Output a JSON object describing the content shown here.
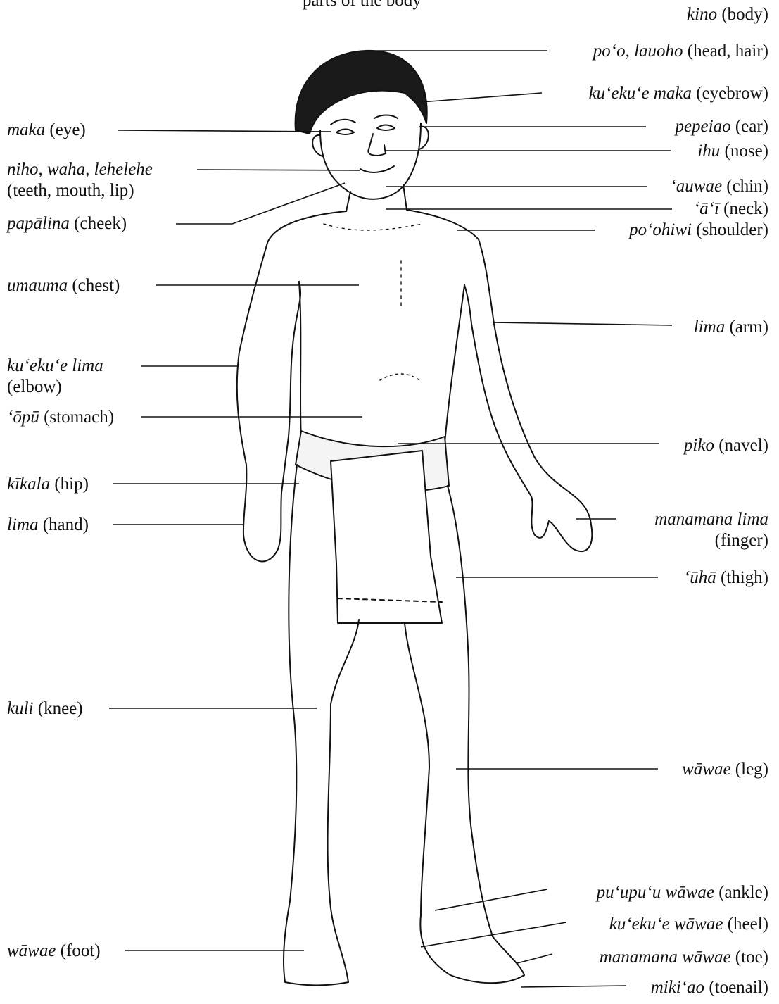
{
  "caption": "parts of the body",
  "labels": {
    "body": {
      "term": "kino",
      "gloss": "(body)"
    },
    "head": {
      "term": "poʻo, lauoho",
      "gloss": "(head, hair)"
    },
    "eyebrow": {
      "term": "kuʻekuʻe maka",
      "gloss": "(eyebrow)"
    },
    "eye": {
      "term": "maka",
      "gloss": "(eye)"
    },
    "ear": {
      "term": "pepeiao",
      "gloss": "(ear)"
    },
    "nose": {
      "term": "ihu",
      "gloss": "(nose)"
    },
    "mouth": {
      "term": "niho, waha, lehelehe",
      "gloss": "(teeth, mouth, lip)"
    },
    "chin": {
      "term": "ʻauwae",
      "gloss": "(chin)"
    },
    "neck": {
      "term": "ʻāʻī",
      "gloss": "(neck)"
    },
    "cheek": {
      "term": "papālina",
      "gloss": "(cheek)"
    },
    "shoulder": {
      "term": "poʻohiwi",
      "gloss": "(shoulder)"
    },
    "chest": {
      "term": "umauma",
      "gloss": "(chest)"
    },
    "arm": {
      "term": "lima",
      "gloss": "(arm)"
    },
    "elbow": {
      "term": "kuʻekuʻe lima",
      "gloss": "(elbow)"
    },
    "stomach": {
      "term": "ʻōpū",
      "gloss": "(stomach)"
    },
    "navel": {
      "term": "piko",
      "gloss": "(navel)"
    },
    "hip": {
      "term": "kīkala",
      "gloss": "(hip)"
    },
    "hand": {
      "term": "lima",
      "gloss": "(hand)"
    },
    "finger": {
      "term": "manamana lima",
      "gloss": "(finger)"
    },
    "thigh": {
      "term": "ʻūhā",
      "gloss": "(thigh)"
    },
    "knee": {
      "term": "kuli",
      "gloss": "(knee)"
    },
    "leg": {
      "term": "wāwae",
      "gloss": "(leg)"
    },
    "ankle": {
      "term": "puʻupuʻu wāwae",
      "gloss": "(ankle)"
    },
    "heel": {
      "term": "kuʻekuʻe wāwae",
      "gloss": "(heel)"
    },
    "foot": {
      "term": "wāwae",
      "gloss": "(foot)"
    },
    "toe": {
      "term": "manamana wāwae",
      "gloss": "(toe)"
    },
    "toenail": {
      "term": "mikiʻao",
      "gloss": "(toenail)"
    }
  }
}
